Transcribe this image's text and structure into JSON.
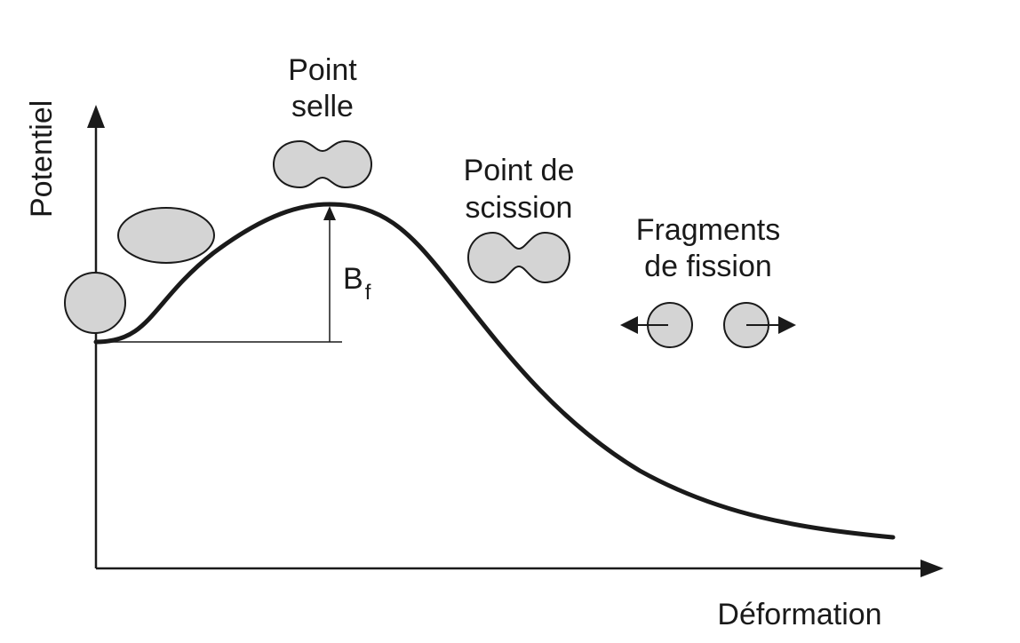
{
  "diagram": {
    "y_axis_label": "Potentiel",
    "x_axis_label": "Déformation",
    "saddle_label": [
      "Point",
      "selle"
    ],
    "scission_label": [
      "Point de",
      "scission"
    ],
    "fragments_label": [
      "Fragments",
      "de fission"
    ],
    "barrier_label": "B",
    "barrier_subscript": "f"
  },
  "colors": {
    "stroke": "#1a1a1a",
    "shape_fill": "#d4d4d4",
    "background": "#ffffff"
  },
  "icons": {
    "ground_state": "sphere-shape",
    "deformed": "ellipse-shape",
    "saddle": "peanut-shape",
    "scission": "necked-shape",
    "fragments": "two-spheres-with-arrows"
  }
}
